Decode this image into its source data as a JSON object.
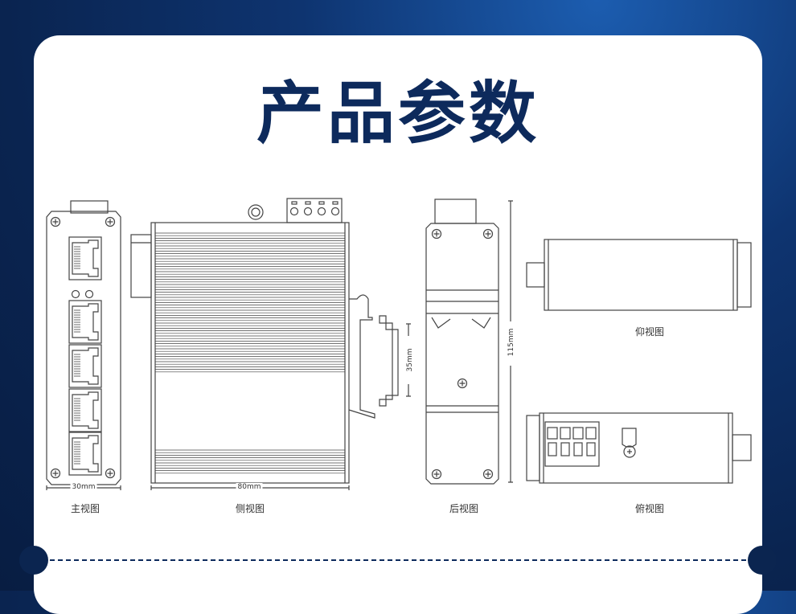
{
  "title": "产品参数",
  "views": {
    "front": {
      "label": "主视图",
      "width_dim": "30mm"
    },
    "side": {
      "label": "侧视图",
      "length_dim": "80mm",
      "rail_dim": "35mm"
    },
    "rear": {
      "label": "后视图",
      "height_dim": "115mm"
    },
    "bottom": {
      "label": "仰视图"
    },
    "top": {
      "label": "俯视图"
    }
  },
  "colors": {
    "title": "#0d2a5c",
    "background": "#0a2450",
    "line": "#444444"
  }
}
